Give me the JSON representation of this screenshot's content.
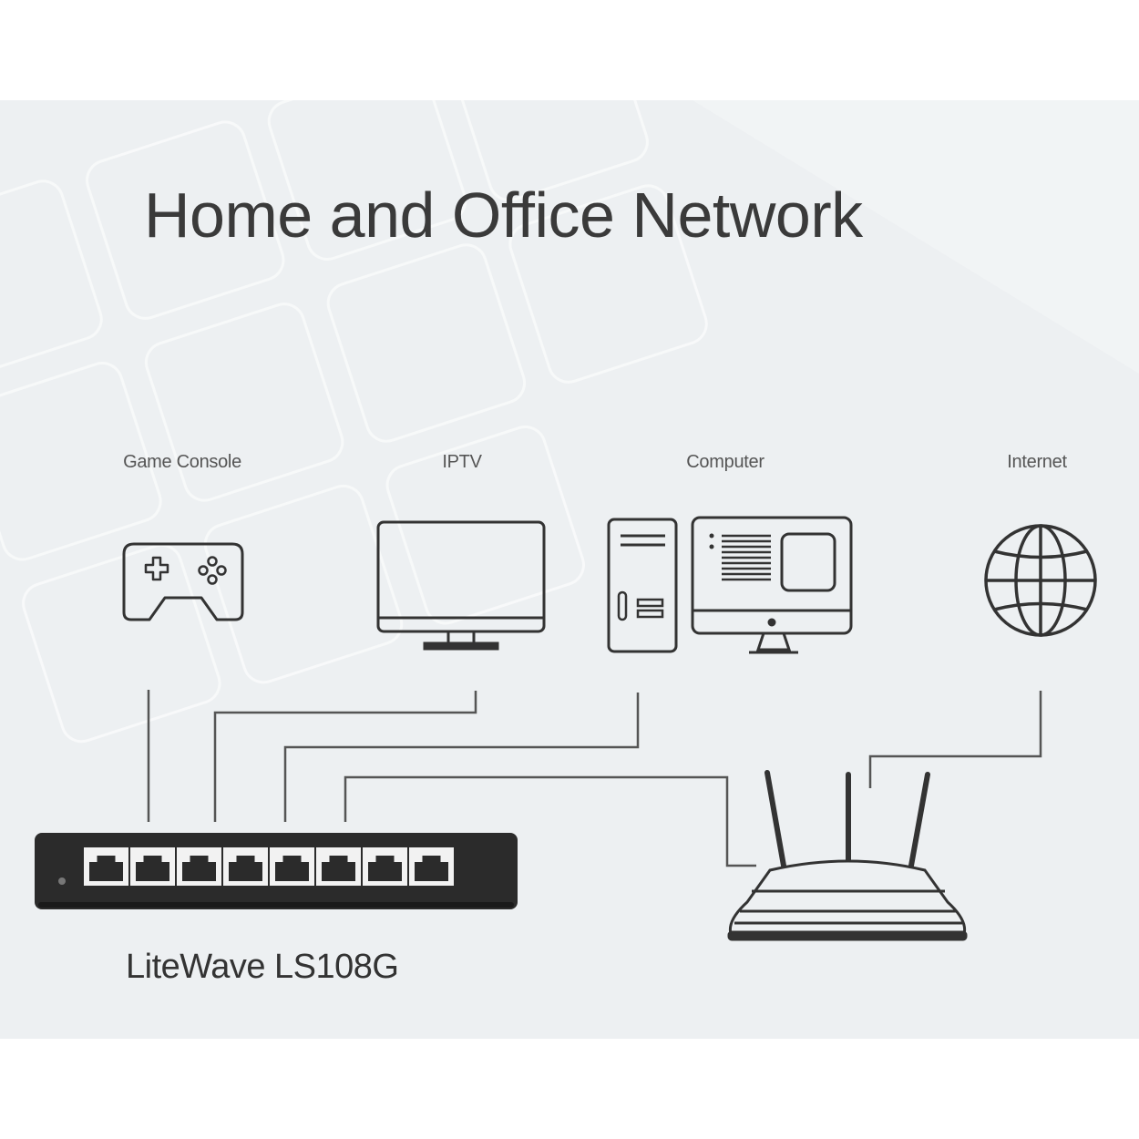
{
  "title": "Home and Office Network",
  "devices": {
    "game_console": "Game Console",
    "iptv": "IPTV",
    "computer": "Computer",
    "internet": "Internet"
  },
  "switch": {
    "model": "LiteWave LS108G",
    "port_count": 8
  },
  "colors": {
    "background": "#edf0f2",
    "line": "#444444",
    "switch_body": "#2b2b2b"
  },
  "icons": [
    "gamepad-icon",
    "monitor-icon",
    "desktop-computer-icon",
    "globe-icon",
    "router-icon",
    "network-switch-icon"
  ]
}
